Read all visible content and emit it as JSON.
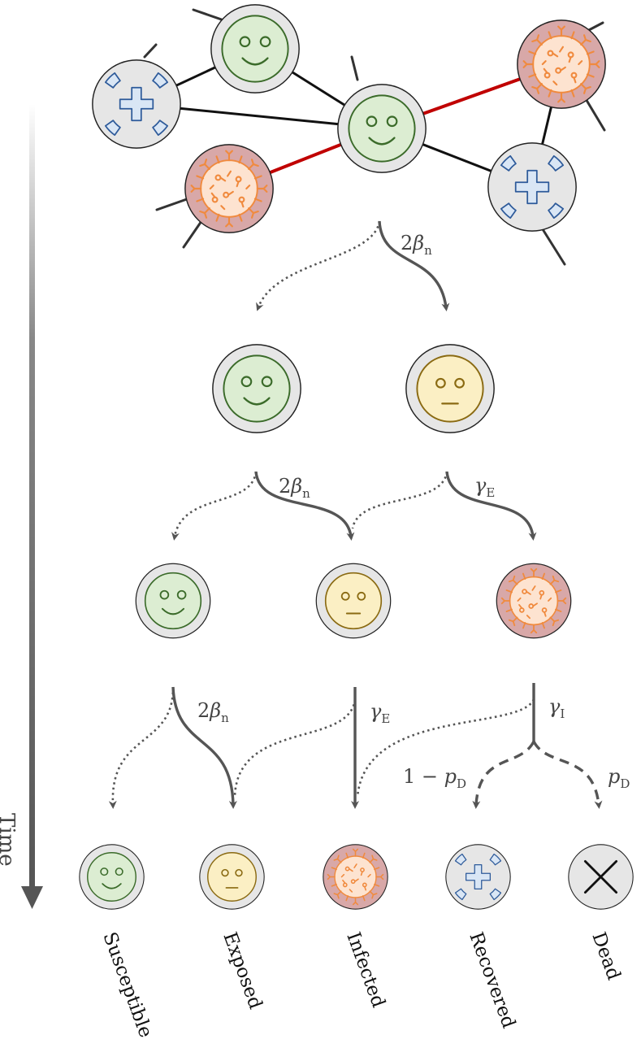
{
  "time_label": "Time",
  "rates": {
    "beta_prefix": "2",
    "beta_sym": "β",
    "beta_sub": "n",
    "gamma_sym": "γ",
    "gamma_e_sub": "E",
    "gamma_i_sub": "I",
    "one_minus": "1 − ",
    "p_sym": "p",
    "p_sub": "D"
  },
  "states": {
    "susceptible": "Susceptible",
    "exposed": "Exposed",
    "infected": "Infected",
    "recovered": "Recovered",
    "dead": "Dead"
  },
  "colors": {
    "susceptible_fill": "#dcedd2",
    "susceptible_line": "#3b6b2a",
    "exposed_fill": "#fbefc4",
    "exposed_line": "#8a6a12",
    "infected_fill": "#d8a8a8",
    "virus_orange": "#f08a3e",
    "recovered_fill": "#d9e6f5",
    "recovered_line": "#2d5a9a",
    "infection_edge": "#c00000",
    "arrow_gray": "#555555",
    "node_ring": "#e6e6e6"
  },
  "icons": [
    "smiley-face-icon",
    "neutral-face-icon",
    "virus-icon",
    "medical-cross-icon",
    "x-mark-icon"
  ]
}
